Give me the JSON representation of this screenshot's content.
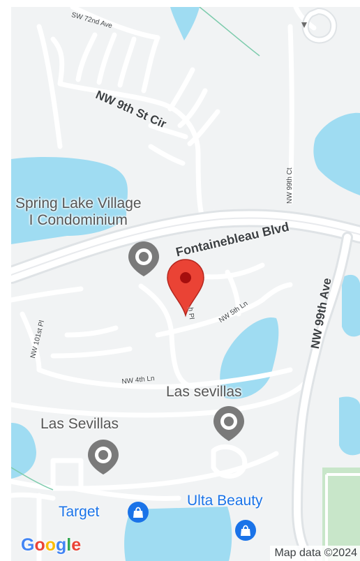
{
  "map": {
    "colors": {
      "land": "#f1f3f4",
      "water": "#9fdcf2",
      "road": "#ffffff",
      "road_major": "#dfe3e6",
      "park": "#c8e6c9",
      "marker": "#ea4335",
      "poi_blue": "#1a73e8",
      "poi_gray": "#7a7a7a"
    },
    "streets": [
      {
        "label": "SW 72nd Ave"
      },
      {
        "label": "NW 9th St Cir"
      },
      {
        "label": "NW 99th Ct"
      },
      {
        "label": "Fontainebleau Blvd"
      },
      {
        "label": "NW 99th Ave"
      },
      {
        "label": "NW 101st Pl"
      },
      {
        "label": "NW 5th Ln"
      },
      {
        "label": "h Pl"
      },
      {
        "label": "NW 4th Ln"
      }
    ],
    "places": [
      {
        "label_line1": "Spring Lake Village",
        "label_line2": "I Condominium",
        "icon": "location-pin-icon"
      },
      {
        "label": "Las sevillas",
        "icon": "location-pin-icon"
      },
      {
        "label": "Las Sevillas",
        "icon": "location-pin-icon"
      },
      {
        "label": "Target",
        "icon": "shopping-bag-icon"
      },
      {
        "label": "Ulta Beauty",
        "icon": "shopping-bag-icon"
      }
    ],
    "marker": {
      "icon": "map-marker-icon"
    },
    "logo": {
      "letters": [
        "G",
        "o",
        "o",
        "g",
        "l",
        "e"
      ]
    },
    "attribution": "Map data ©2024"
  }
}
